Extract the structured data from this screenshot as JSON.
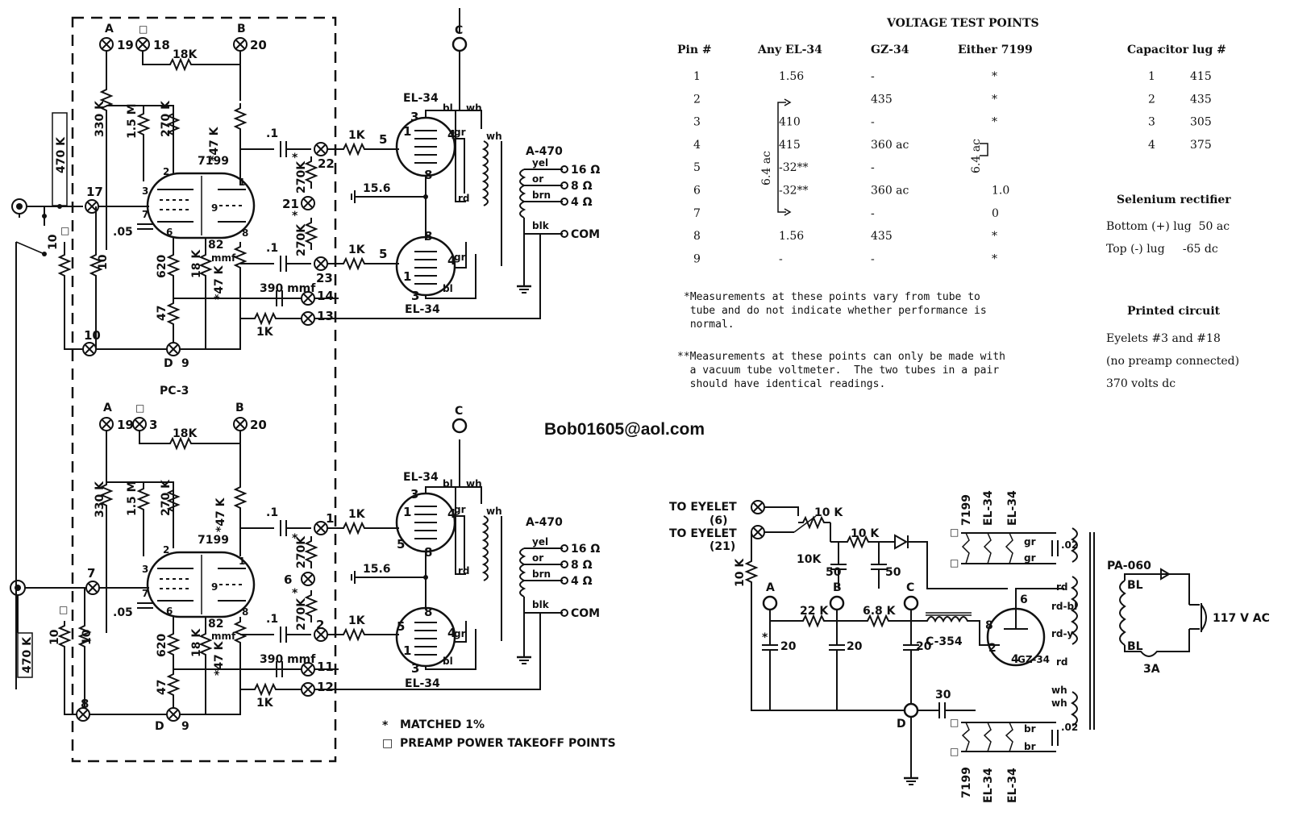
{
  "email": "Bob01605@aol.com",
  "board_label": "PC-3",
  "legend": {
    "matched": "MATCHED 1%",
    "preamp": "PREAMP POWER TAKEOFF POINTS",
    "star": "*",
    "box": "□"
  },
  "amp": {
    "point_a": "A",
    "point_b": "B",
    "point_c": "C",
    "point_d": "D",
    "tube_7199": "7199",
    "tube_el34": "EL-34",
    "output_transformer": "A-470",
    "r_18k": "18K",
    "r_330k": "330 K",
    "r_1_5m": "1.5 M",
    "r_270k": "270 K",
    "r_47k": "*47 K",
    "r_620": "620",
    "r_47": "47",
    "r_18k_v": "18 K",
    "r_10": "10",
    "r_470k": "470 K",
    "r_1k": "1K",
    "r_270k_star": "270K",
    "c_05": ".05",
    "c_1": ".1",
    "c_82": "82",
    "c_82_unit": "mmf",
    "c_390": "390 mmf",
    "bias_15_6": "15.6",
    "out_16": "16 Ω",
    "out_8": "8 Ω",
    "out_4": "4 Ω",
    "out_com": "COM",
    "wire_yel": "yel",
    "wire_or": "or",
    "wire_brn": "brn",
    "wire_blk": "blk",
    "wire_bl": "bl",
    "wire_wh": "wh",
    "wire_gr": "gr",
    "wire_rd": "rd",
    "top_eyelets": [
      "19",
      "18",
      "20",
      "17",
      "22",
      "21",
      "23",
      "14",
      "13",
      "10",
      "9"
    ],
    "bottom_eyelets": [
      "19",
      "3",
      "20",
      "7",
      "1",
      "6",
      "2",
      "11",
      "12",
      "8",
      "9"
    ],
    "tube_pins": [
      "1",
      "2",
      "3",
      "4",
      "5",
      "6",
      "7",
      "8",
      "9"
    ]
  },
  "table": {
    "title": "VOLTAGE TEST POINTS",
    "headers": [
      "Pin #",
      "Any EL-34",
      "GZ-34",
      "Either 7199"
    ],
    "rows": [
      [
        "1",
        "1.56",
        "-",
        "*"
      ],
      [
        "2",
        "",
        "435",
        "*"
      ],
      [
        "3",
        "410",
        "-",
        "*"
      ],
      [
        "4",
        "415",
        "360 ac",
        ""
      ],
      [
        "5",
        "-32**",
        "-",
        ""
      ],
      [
        "6",
        "-32**",
        "360 ac",
        "1.0"
      ],
      [
        "7",
        "",
        "-",
        "0"
      ],
      [
        "8",
        "1.56",
        "435",
        "*"
      ],
      [
        "9",
        "-",
        "-",
        "*"
      ]
    ],
    "heater_label": "6.4 ac",
    "heater_label_7199": "6.4 ac",
    "capacitor": {
      "title": "Capacitor lug #",
      "rows": [
        [
          "1",
          "415"
        ],
        [
          "2",
          "435"
        ],
        [
          "3",
          "305"
        ],
        [
          "4",
          "375"
        ]
      ]
    },
    "selenium": {
      "title": "Selenium rectifier",
      "bottom": "Bottom (+) lug  50 ac",
      "top": "Top (-) lug     -65 dc"
    },
    "printed": {
      "title": "Printed circuit",
      "line1": "Eyelets #3 and #18",
      "line2": "(no preamp connected)",
      "line3": "370 volts dc"
    },
    "note1": [
      "*Measurements at these points vary from tube to",
      " tube and do not indicate whether performance is",
      " normal."
    ],
    "note2": [
      "**Measurements at these points can only be made with",
      "  a vacuum tube voltmeter.  The two tubes in a pair",
      "  should have identical readings."
    ]
  },
  "psu": {
    "eyelet1": "TO EYELET",
    "eyelet1_num": "(6)",
    "eyelet2": "TO EYELET",
    "eyelet2_num": "(21)",
    "r_10k_pot": "10 K",
    "r_10k_a": "10 K",
    "r_10k_b": "10K",
    "r_10k_c": "10 K",
    "c_50a": "50",
    "c_50b": "50",
    "r_22k": "22 K",
    "r_6_8k": "6.8 K",
    "choke": "C-354",
    "c_20a": "20",
    "c_20b": "20",
    "c_20c": "20",
    "c_30": "30",
    "c_02a": ".02",
    "c_02b": ".02",
    "rectifier": "GZ-34",
    "power_transformer": "PA-060",
    "bl1": "BL",
    "bl2": "BL",
    "fuse": "3A",
    "mains": "117 V AC",
    "heater_tubes": [
      "7199",
      "EL-34",
      "EL-34"
    ],
    "wires": [
      "gr",
      "gr",
      "rd",
      "rd-bl",
      "rd-y",
      "rd",
      "wh",
      "wh",
      "br",
      "br"
    ],
    "pins": [
      "8",
      "6",
      "2",
      "4"
    ]
  }
}
